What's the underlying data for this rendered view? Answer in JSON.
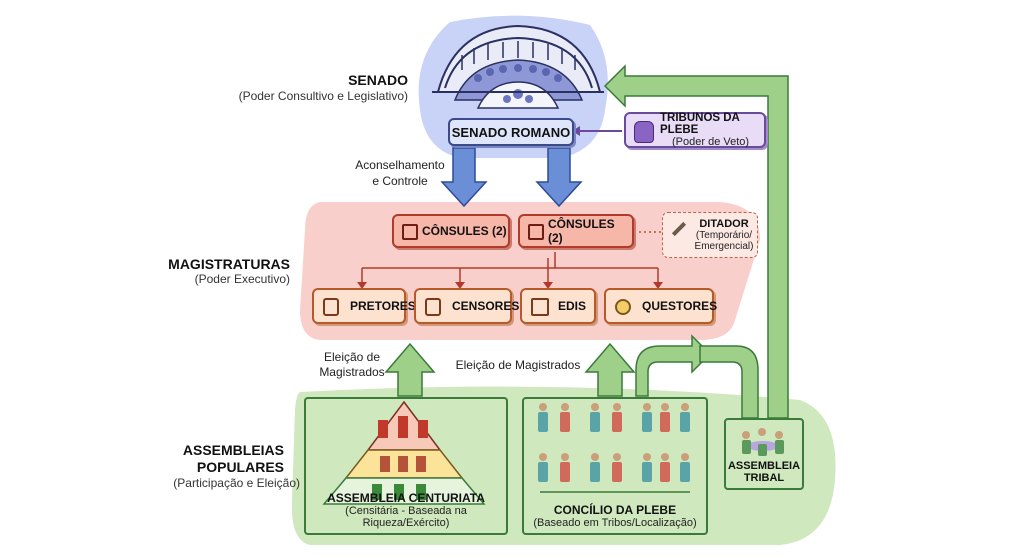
{
  "senado": {
    "title": "SENADO",
    "subtitle": "(Poder Consultivo e Legislativo)",
    "box_label": "SENADO ROMANO"
  },
  "tribunos": {
    "title": "TRIBUNOS DA PLEBE",
    "subtitle": "(Poder de Veto)"
  },
  "flows": {
    "aconselhamento": "Aconselhamento",
    "controle": "e Controle",
    "eleicao_left_1": "Eleição de",
    "eleicao_left_2": "Magistrados",
    "eleicao_mid": "Eleição de Magistrados"
  },
  "magistraturas": {
    "title": "MAGISTRATURAS",
    "subtitle": "(Poder Executivo)",
    "consul_1": "CÔNSULES (2)",
    "consul_2": "CÔNSULES (2)",
    "ditador_title": "DITADOR",
    "ditador_sub_1": "(Temporário/",
    "ditador_sub_2": "Emergencial)",
    "offices": [
      "PRETORES",
      "CENSORES",
      "EDIS",
      "QUESTORES"
    ]
  },
  "assembleias": {
    "title_1": "ASSEMBLEIAS",
    "title_2": "POPULARES",
    "subtitle": "(Participação e Eleição)",
    "centuriata_title": "ASSEMBLEIA CENTURIATA",
    "centuriata_sub": "(Censitária - Baseada na Riqueza/Exército)",
    "plebe_title": "CONCÍLIO DA PLEBE",
    "plebe_sub": "(Baseado em Tribos/Localização)",
    "tribal_1": "ASSEMBLEIA",
    "tribal_2": "TRIBAL"
  },
  "colors": {
    "senado_zone": "#c9d2f7",
    "magistraturas_zone": "#f9cfcc",
    "assembleias_zone": "#cfe8bd",
    "blue_arrow": "#6b8fd6",
    "green_arrow": "#9fd08a",
    "consul_red": "#f6b6a8",
    "office_orange": "#fde3cf",
    "tribunos_purple": "#e8dcf6"
  }
}
